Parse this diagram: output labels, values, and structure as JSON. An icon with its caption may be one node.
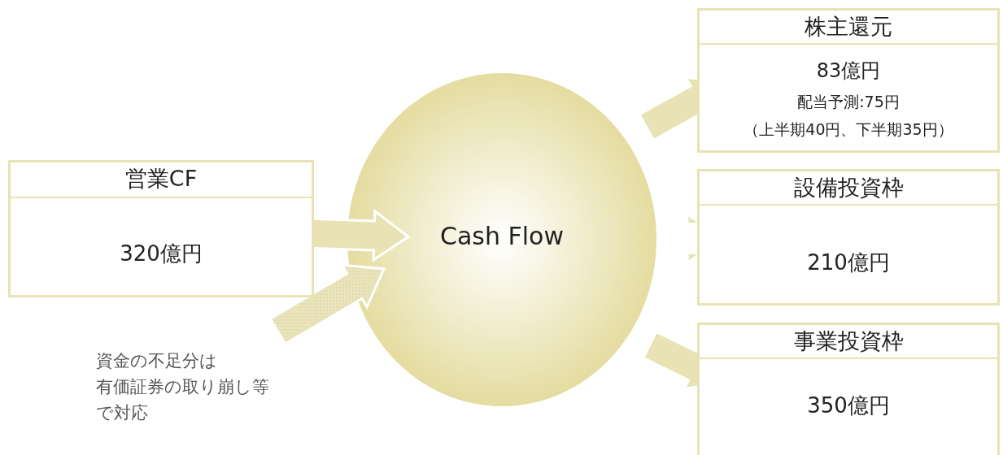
{
  "diagram": {
    "nodes": [
      {
        "text": [
          "営業CF",
          "320億円"
        ]
      },
      {
        "text": [
          "Cash Flow"
        ]
      },
      {
        "text": [
          "株主還元",
          "83億円",
          "配当予測:75円",
          "（上半期40円、下半期35円）"
        ]
      },
      {
        "text": [
          "設備投資枠",
          "210億円"
        ]
      },
      {
        "text": [
          "事業投資枠",
          "350億円"
        ]
      },
      {
        "text": [
          "資金の不足分は有価証券の取り崩し等で対応"
        ]
      }
    ],
    "edges": [
      {
        "from": 0,
        "to": 1,
        "arrow": "to"
      },
      {
        "from": 1,
        "to": 2,
        "arrow": "to"
      },
      {
        "from": 1,
        "to": 3,
        "arrow": "to"
      },
      {
        "from": 1,
        "to": 4,
        "arrow": "to"
      },
      {
        "from": 5,
        "to": 1,
        "arrow": "to",
        "style": "dashed"
      }
    ]
  }
}
